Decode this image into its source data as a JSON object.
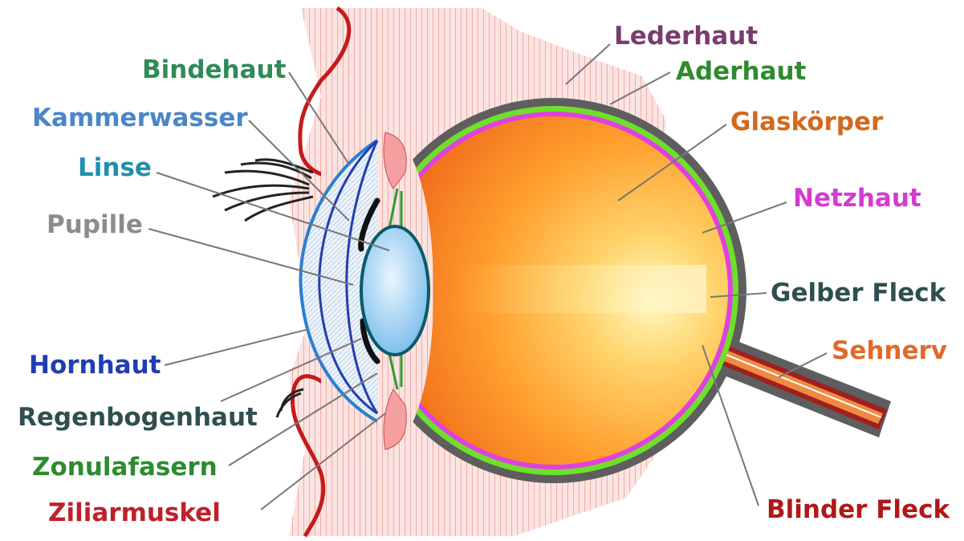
{
  "labels": {
    "lederhaut": "Lederhaut",
    "bindehaut": "Bindehaut",
    "aderhaut": "Aderhaut",
    "kammerwasser": "Kammerwasser",
    "glaskoerper": "Glaskörper",
    "linse": "Linse",
    "netzhaut": "Netzhaut",
    "pupille": "Pupille",
    "gelber_fleck": "Gelber Fleck",
    "hornhaut": "Hornhaut",
    "sehnerv": "Sehnerv",
    "regenbogenhaut": "Regenbogenhaut",
    "zonulafasern": "Zonulafasern",
    "ziliarmuskel": "Ziliarmuskel",
    "blinder_fleck": "Blinder Fleck"
  },
  "colors": {
    "lederhaut": "#7a3b6e",
    "bindehaut": "#2e8b57",
    "aderhaut": "#2e8b2e",
    "kammerwasser": "#4a86c8",
    "glaskoerper": "#d2691e",
    "linse": "#1e90b0",
    "netzhaut": "#d63ad0",
    "pupille": "#8c8c8c",
    "gelber_fleck": "#2f4f4f",
    "hornhaut": "#1f3fb0",
    "sehnerv": "#e06a2a",
    "regenbogenhaut": "#2f4f4f",
    "zonulafasern": "#2e8b2e",
    "ziliarmuskel": "#c0202a",
    "blinder_fleck": "#b01818"
  }
}
